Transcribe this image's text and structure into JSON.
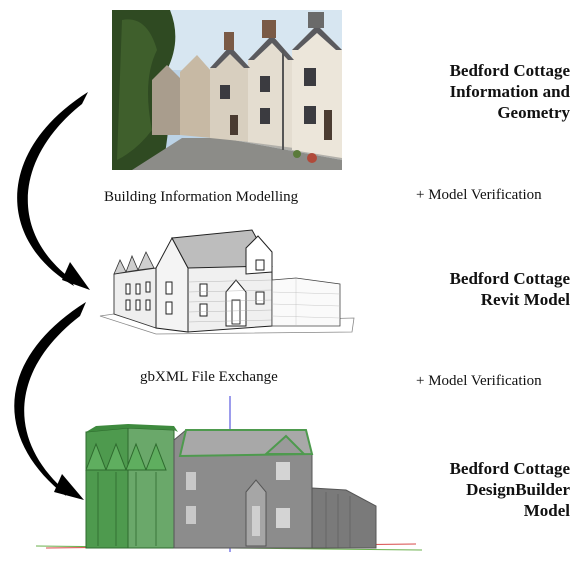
{
  "stages": [
    {
      "title_lines": [
        "Bedford Cottage",
        "Information and",
        "Geometry"
      ],
      "image": "street-photo"
    },
    {
      "title_lines": [
        "Bedford Cottage",
        "Revit Model"
      ],
      "image": "revit-line-drawing"
    },
    {
      "title_lines": [
        "Bedford Cottage",
        "DesignBuilder",
        "Model"
      ],
      "image": "designbuilder-3d-model"
    }
  ],
  "transitions": [
    {
      "process": "Building Information Modelling",
      "verification": "+ Model Verification"
    },
    {
      "process": "gbXML File Exchange",
      "verification": "+ Model Verification"
    }
  ],
  "colors": {
    "arrow": "#000000",
    "model_green": "#4e9a4e",
    "model_grey": "#8c8c8c",
    "axis_blue": "#3a3ad8"
  }
}
